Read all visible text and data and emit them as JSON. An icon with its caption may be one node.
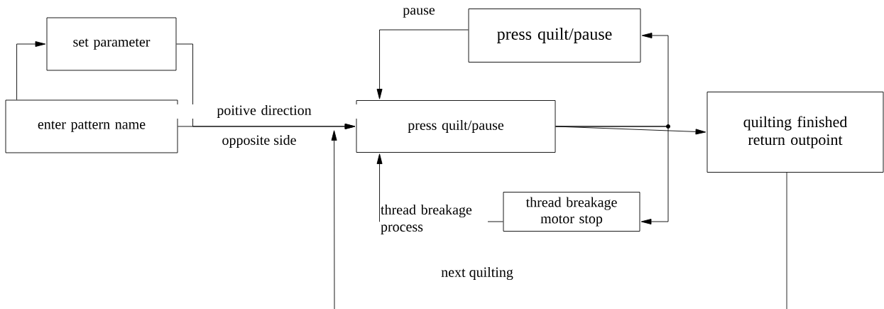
{
  "diagram": {
    "nodes": [
      {
        "text": [
          "set parameter"
        ]
      },
      {
        "text": [
          "enter pattern name"
        ]
      },
      {
        "text": [
          "press quilt/pause"
        ]
      },
      {
        "text": [
          "press quilt/pause"
        ]
      },
      {
        "text": [
          "thread breakage motor stop"
        ]
      },
      {
        "text": [
          "quilting finished return  outpoint"
        ]
      }
    ],
    "edges": [
      {
        "from": 1,
        "to": 0,
        "arrow": "to"
      },
      {
        "from": 0,
        "to": 3,
        "arrow": "to"
      },
      {
        "from": 1,
        "to": 3,
        "arrow": "to",
        "label": "poitive direction"
      },
      {
        "from": 3,
        "to": 5,
        "arrow": "to"
      },
      {
        "from": 3,
        "to": 2,
        "arrow": "to"
      },
      {
        "from": 3,
        "to": 4,
        "arrow": "to"
      },
      {
        "from": 2,
        "to": 3,
        "arrow": "to",
        "label": "pause"
      },
      {
        "from": 4,
        "to": 3,
        "arrow": "to",
        "label": "thread breakage process"
      },
      {
        "from": 5,
        "to": null,
        "arrow": "none"
      },
      {
        "from": null,
        "to": 3,
        "arrow": "to"
      }
    ],
    "labels": [
      "opposite side",
      "next quilting"
    ]
  }
}
